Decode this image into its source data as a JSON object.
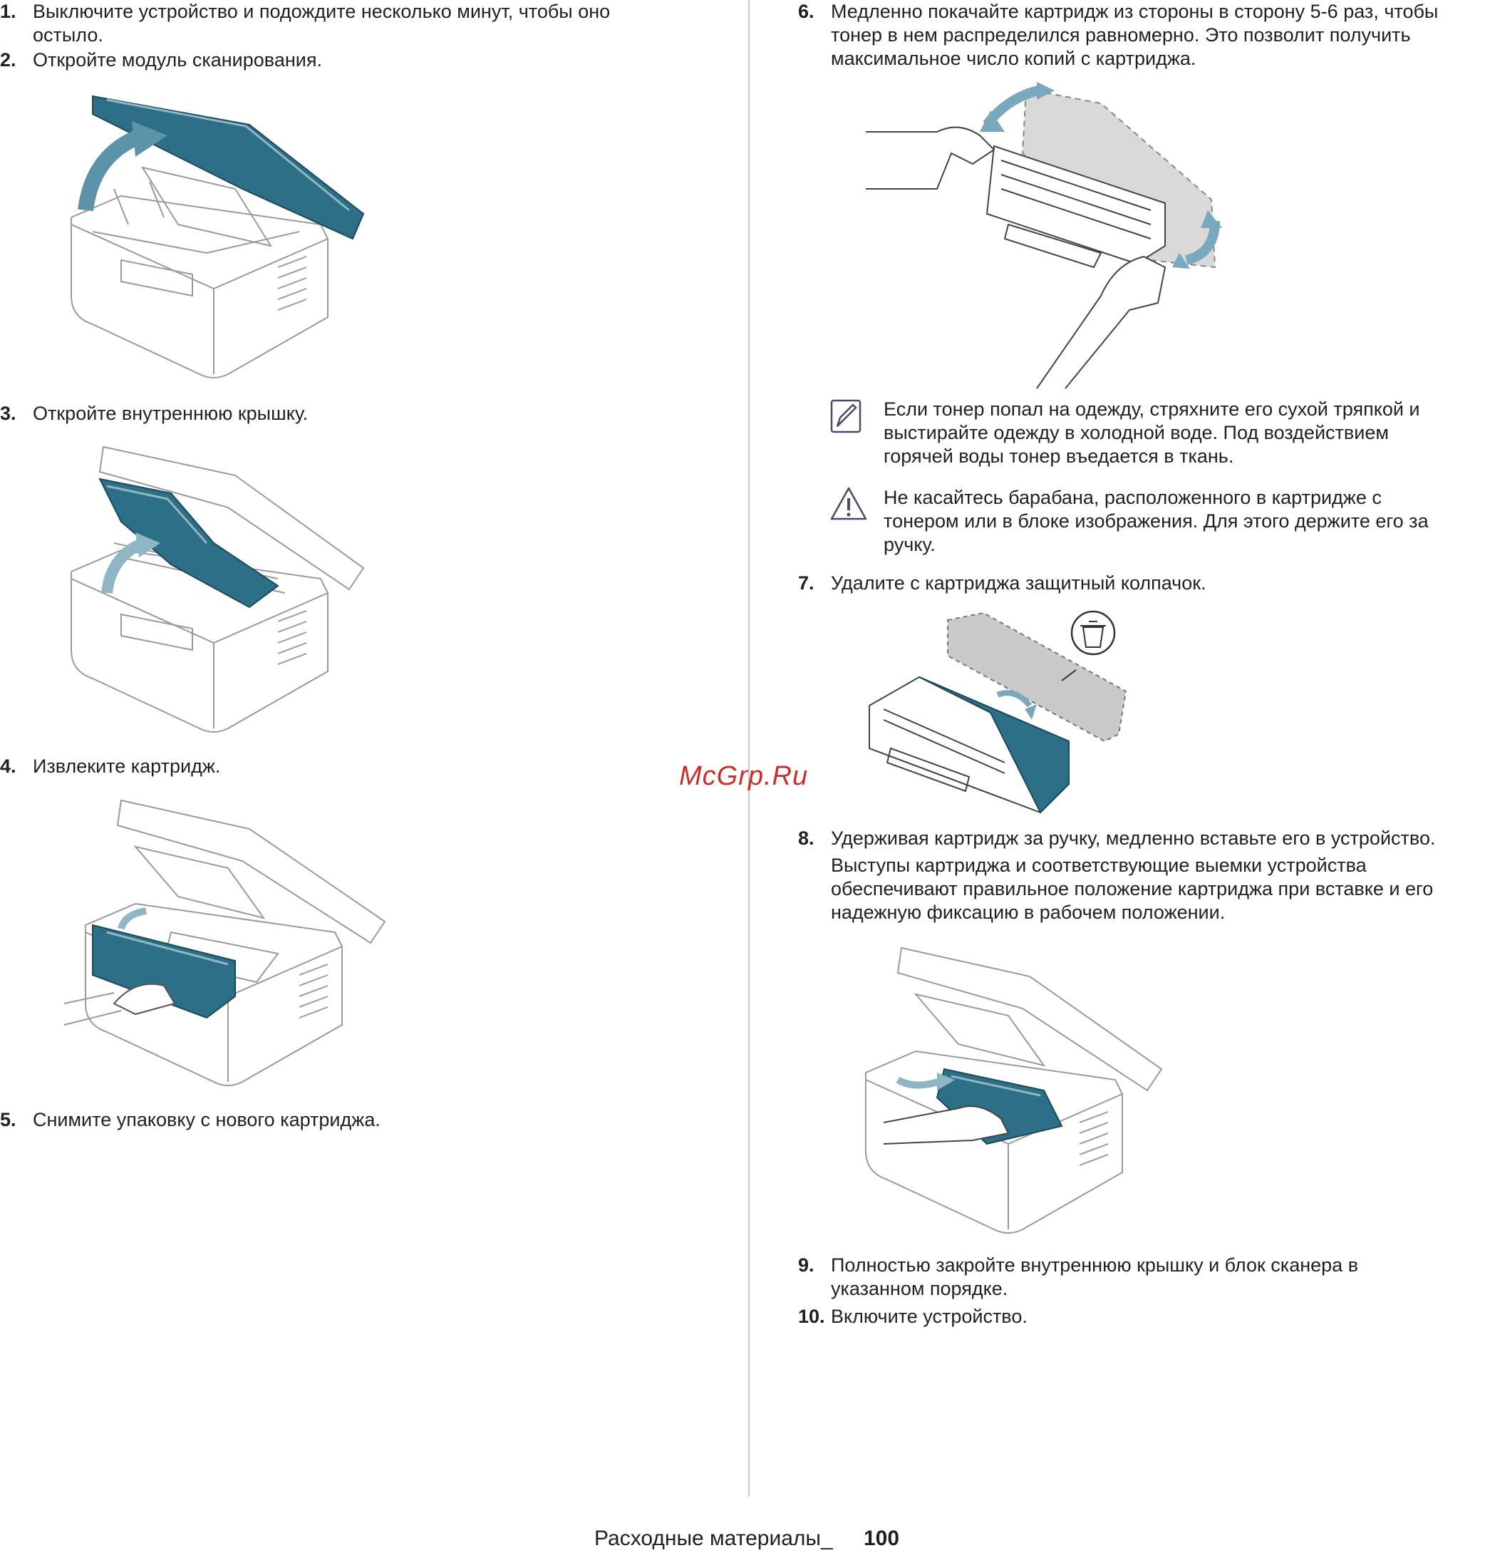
{
  "left_column": {
    "step1": {
      "number": "1.",
      "line1": "Выключите устройство и подождите несколько минут, чтобы оно",
      "line2": "остыло."
    },
    "step2": {
      "number": "2.",
      "text": "Откройте модуль сканирования."
    },
    "step3": {
      "number": "3.",
      "text": "Откройте внутреннюю крышку."
    },
    "step4": {
      "number": "4.",
      "text": "Извлеките картридж."
    },
    "step5": {
      "number": "5.",
      "text": "Снимите упаковку с нового картриджа."
    }
  },
  "right_column": {
    "step6": {
      "number": "6.",
      "line1": "Медленно покачайте картридж из стороны в сторону 5-6 раз, чтобы",
      "line2": "тонер в нем распределился равномерно. Это позволит получить",
      "line3": "максимальное число копий с картриджа."
    },
    "note": {
      "icon": "note-pencil-icon",
      "line1": "Если тонер попал на одежду, стряхните его сухой тряпкой и",
      "line2": "выстирайте одежду в холодной воде. Под воздействием",
      "line3": "горячей воды тонер въедается в ткань."
    },
    "caution": {
      "icon": "warning-triangle-icon",
      "line1": "Не касайтесь барабана, расположенного в картридже с",
      "line2": "тонером или в блоке изображения. Для этого держите его за",
      "line3": "ручку."
    },
    "step7": {
      "number": "7.",
      "text": "Удалите с картриджа защитный колпачок."
    },
    "step8": {
      "number": "8.",
      "text": "Удерживая картридж за ручку, медленно вставьте его в устройство.",
      "para1": "Выступы картриджа и соответствующие выемки устройства",
      "para2": "обеспечивают правильное положение картриджа при вставке и его",
      "para3": "надежную фиксацию в рабочем положении."
    },
    "step9": {
      "number": "9.",
      "line1": "Полностью закройте внутреннюю крышку и блок сканера в",
      "line2": "указанном порядке."
    },
    "step10": {
      "number": "10.",
      "text": "Включите устройство."
    }
  },
  "watermark": "McGrp.Ru",
  "footer": {
    "label": "Расходные материалы_",
    "page": "100"
  },
  "colors": {
    "accent": "#2c6f86",
    "line": "#8a8a8a",
    "text": "#231f20",
    "watermark": "#c9302c"
  }
}
